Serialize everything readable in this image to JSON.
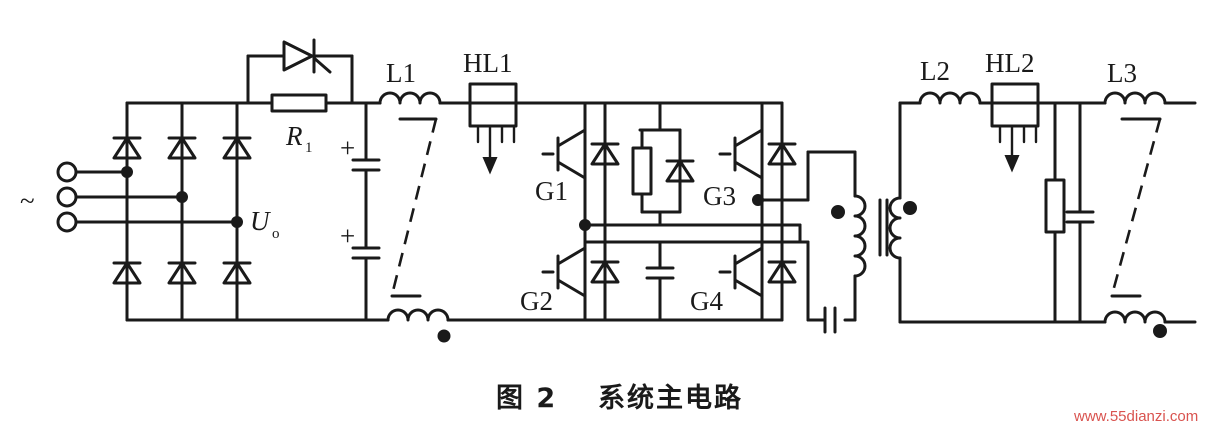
{
  "labels": {
    "ac_symbol": "~",
    "resistor": "R",
    "resistor_sub": "1",
    "output_voltage": "U",
    "output_voltage_sub": "o",
    "inductor_1": "L1",
    "inductor_2": "L2",
    "inductor_3": "L3",
    "hall_sensor_1": "HL1",
    "hall_sensor_2": "HL2",
    "switch_1": "G1",
    "switch_2": "G2",
    "switch_3": "G3",
    "switch_4": "G4",
    "plus": "+"
  },
  "caption": {
    "figure_number": "图 2",
    "title": "系统主电路"
  },
  "watermark": "www.55dianzi.com"
}
